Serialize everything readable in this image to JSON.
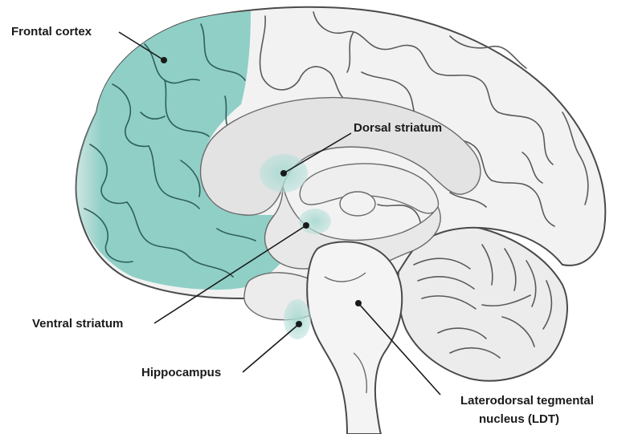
{
  "labels": {
    "frontal_cortex": "Frontal cortex",
    "dorsal_striatum": "Dorsal striatum",
    "ventral_striatum": "Ventral striatum",
    "hippocampus": "Hippocampus",
    "ldt_line1": "Laterodorsal tegmental",
    "ldt_line2": "nucleus (LDT)"
  },
  "colors": {
    "highlight": "#8fcfc6",
    "highlight_soft": "#b9e0da",
    "brain_fill": "#f2f2f2",
    "inner_fill": "#e3e3e3",
    "outline": "#4a4a4a"
  }
}
